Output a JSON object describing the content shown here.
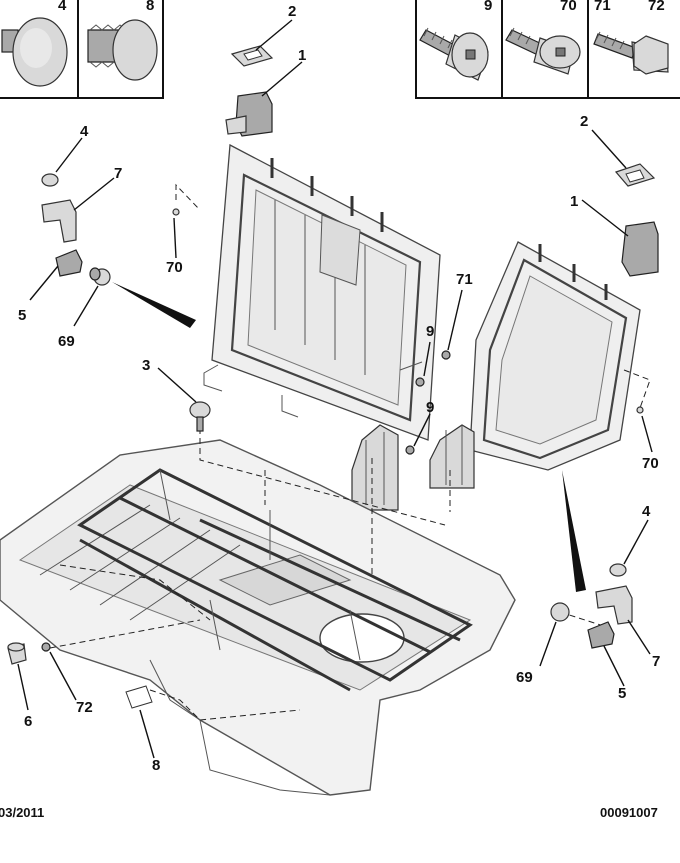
{
  "diagram": {
    "inset_left": {
      "labels": [
        "4",
        "8"
      ]
    },
    "inset_right": {
      "labels": [
        "9",
        "70",
        "71",
        "72"
      ]
    },
    "callouts": {
      "c1a": "1",
      "c2a": "2",
      "c1b": "1",
      "c2b": "2",
      "c4a": "4",
      "c7a": "7",
      "c5a": "5",
      "c69a": "69",
      "c70a": "70",
      "c3": "3",
      "c71": "71",
      "c9a": "9",
      "c9b": "9",
      "c70b": "70",
      "c4b": "4",
      "c7b": "7",
      "c69b": "69",
      "c5b": "5",
      "c6": "6",
      "c72": "72",
      "c8": "8"
    },
    "footer": {
      "date": "03/2011",
      "ref": "00091007"
    }
  }
}
